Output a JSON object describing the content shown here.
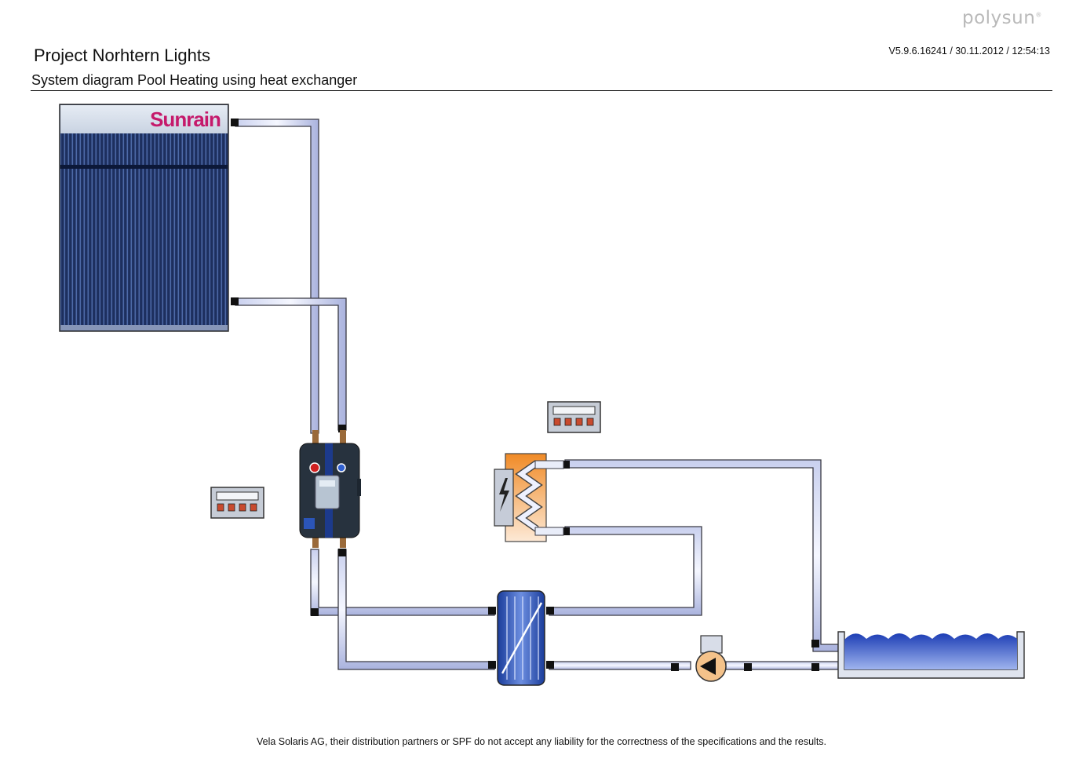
{
  "header": {
    "logo_text": "polysun",
    "logo_mark": "®",
    "title": "Project Norhtern Lights",
    "subtitle": "System diagram Pool Heating using heat exchanger",
    "version": "V5.9.6.16241 / 30.11.2012 / 12:54:13"
  },
  "diagram": {
    "collector_brand": "Sunrain",
    "components": [
      "solar-collector",
      "solar-pump-station",
      "controller",
      "controller",
      "auxiliary-heater",
      "plate-heat-exchanger",
      "circulation-pump",
      "swimming-pool"
    ],
    "colors": {
      "pipe_fill": "#e9edf9",
      "pipe_outline": "#3a3a44",
      "pipe_shade": "#9aa4d6",
      "collector_blue": "#1f3566",
      "brand_red": "#c5196b",
      "heater_orange": "#f39a3c",
      "pool_water": "#2f4fbd"
    }
  },
  "footer": {
    "disclaimer": "Vela Solaris AG, their distribution partners or SPF do not accept any liability for the correctness of the specifications and the results."
  }
}
